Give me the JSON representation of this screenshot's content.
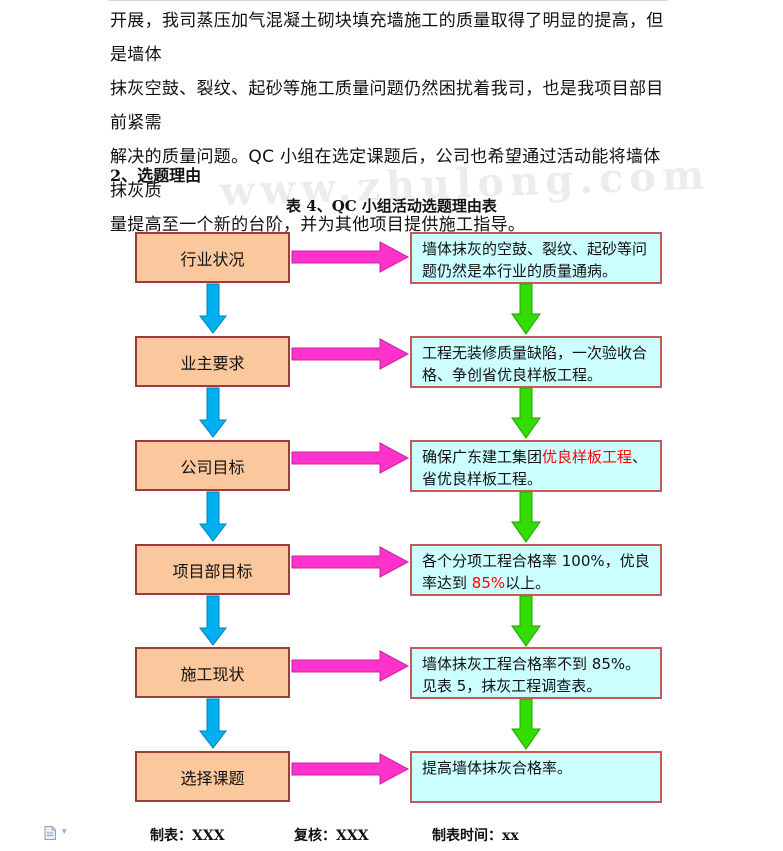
{
  "paragraph": {
    "line1": "开展，我司蒸压加气混凝土砌块填充墙施工的质量取得了明显的提高，但是墙体",
    "line2": "抹灰空鼓、裂纹、起砂等施工质量问题仍然困扰着我司，也是我项目部目前紧需",
    "line3": "解决的质量问题。QC 小组在选定课题后，公司也希望通过活动能将墙体抹灰质",
    "line4": "量提高至一个新的台阶，并为其他项目提供施工指导。"
  },
  "section_heading": "2、选题理由",
  "table_caption": "表 4、QC 小组活动选题理由表",
  "watermark": "www.zhulong.com",
  "flow": {
    "rows": [
      {
        "label": "行业状况",
        "desc": "墙体抹灰的空鼓、裂纹、起砂等问题仍然是本行业的质量通病。"
      },
      {
        "label": "业主要求",
        "desc": "工程无装修质量缺陷，一次验收合格、争创省优良样板工程。"
      },
      {
        "label": "公司目标",
        "desc_a": "确保广东建工集团",
        "desc_red": "优良样板工程",
        "desc_b": "、省优良样板工程。"
      },
      {
        "label": "项目部目标",
        "desc_a": "各个分项工程合格率 100%，优良率达到 ",
        "desc_red": "85%",
        "desc_b": "以上。"
      },
      {
        "label": "施工现状",
        "desc": "墙体抹灰工程合格率不到 85%。见表 5，抹灰工程调查表。"
      },
      {
        "label": "选择课题",
        "desc": "提高墙体抹灰合格率。"
      }
    ]
  },
  "footer": {
    "made_by": "制表：XXX",
    "reviewed_by": "复核：XXX",
    "date": "制表时间：xx"
  },
  "colors": {
    "left_box_fill": "#fbc79c",
    "left_box_border": "#9b3b3b",
    "right_box_fill": "#ccffff",
    "right_box_border": "#c55a5a",
    "arrow_right": "#ff33cc",
    "arrow_left_down": "#00b0f0",
    "arrow_right_down": "#33dd00",
    "highlight_red": "#ff0000"
  },
  "icons": [
    "document-icon",
    "dropdown-caret-icon"
  ]
}
